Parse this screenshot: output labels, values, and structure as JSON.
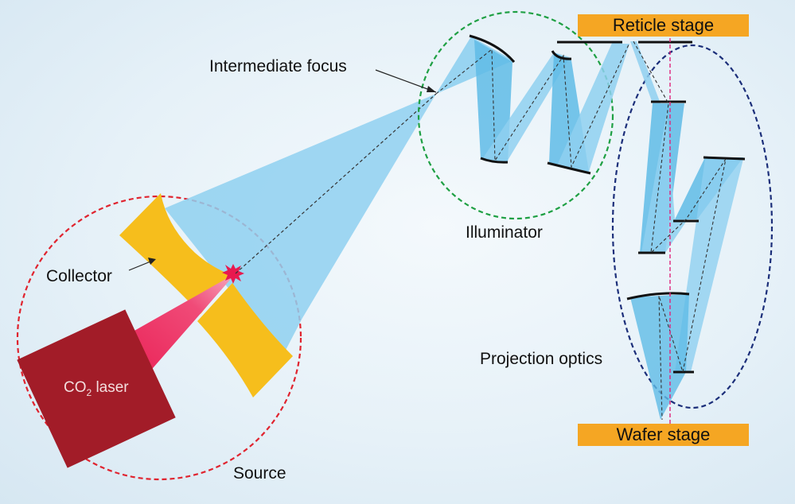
{
  "labels": {
    "intermediate_focus": "Intermediate focus",
    "illuminator": "Illuminator",
    "collector": "Collector",
    "source": "Source",
    "projection_optics": "Projection optics",
    "reticle_stage": "Reticle stage",
    "wafer_stage": "Wafer stage",
    "laser_prefix": "CO",
    "laser_subscript": "2",
    "laser_suffix": " laser"
  },
  "colors": {
    "beam": "#8fd0f0",
    "beam_dark": "#3aa8dc",
    "collector": "#f6be1c",
    "laser_body": "#a21c28",
    "laser_beam": "#e8194f",
    "stage": "#f5a623",
    "source_circle": "#e0242f",
    "illuminator_circle": "#1fa044",
    "projection_ellipse": "#1c2f7a",
    "optical_axis": "#e0247c"
  }
}
